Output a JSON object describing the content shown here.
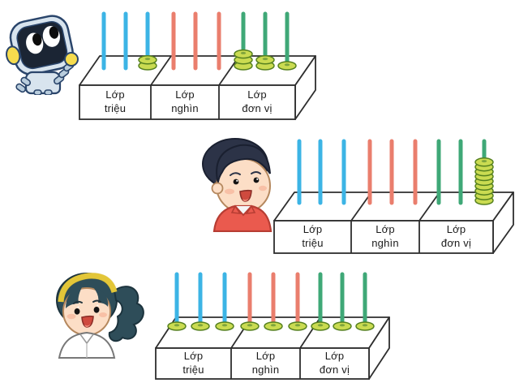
{
  "figure": {
    "description_type": "place-value-abacus-illustration",
    "colors": {
      "rod_blue": "#3cb4e5",
      "rod_red": "#ea7e6d",
      "rod_green": "#3fa877",
      "bead_fill": "#cadb51",
      "bead_stroke": "#55801f",
      "bead_hole": "#7ea43c",
      "box_stroke": "#2e2e2e",
      "box_fill": "#ffffff"
    }
  },
  "characters": [
    {
      "name": "robot"
    },
    {
      "name": "boy"
    },
    {
      "name": "girl"
    }
  ],
  "abacuses": [
    {
      "character": "robot",
      "classes": [
        {
          "label_line1": "Lớp",
          "label_line2": "triệu",
          "color_key": "rod_blue",
          "beads_per_rod": [
            0,
            0,
            2
          ]
        },
        {
          "label_line1": "Lớp",
          "label_line2": "nghìn",
          "color_key": "rod_red",
          "beads_per_rod": [
            0,
            0,
            0
          ]
        },
        {
          "label_line1": "Lớp",
          "label_line2": "đơn vị",
          "color_key": "rod_green",
          "beads_per_rod": [
            3,
            2,
            1
          ]
        }
      ]
    },
    {
      "character": "boy",
      "classes": [
        {
          "label_line1": "Lớp",
          "label_line2": "triệu",
          "color_key": "rod_blue",
          "beads_per_rod": [
            0,
            0,
            0
          ]
        },
        {
          "label_line1": "Lớp",
          "label_line2": "nghìn",
          "color_key": "rod_red",
          "beads_per_rod": [
            0,
            0,
            0
          ]
        },
        {
          "label_line1": "Lớp",
          "label_line2": "đơn vị",
          "color_key": "rod_green",
          "beads_per_rod": [
            0,
            0,
            9
          ]
        }
      ]
    },
    {
      "character": "girl",
      "classes": [
        {
          "label_line1": "Lớp",
          "label_line2": "triệu",
          "color_key": "rod_blue",
          "beads_per_rod": [
            1,
            1,
            1
          ]
        },
        {
          "label_line1": "Lớp",
          "label_line2": "nghìn",
          "color_key": "rod_red",
          "beads_per_rod": [
            1,
            1,
            1
          ]
        },
        {
          "label_line1": "Lớp",
          "label_line2": "đơn vị",
          "color_key": "rod_green",
          "beads_per_rod": [
            1,
            1,
            1
          ]
        }
      ]
    }
  ]
}
